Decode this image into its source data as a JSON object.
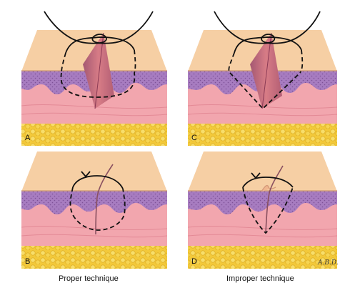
{
  "panels": [
    {
      "letter": "A",
      "state": "open-wound",
      "suture": "proper"
    },
    {
      "letter": "C",
      "state": "open-wound",
      "suture": "improper"
    },
    {
      "letter": "B",
      "state": "closed-wound",
      "suture": "proper"
    },
    {
      "letter": "D",
      "state": "closed-wound",
      "suture": "improper"
    }
  ],
  "captions": {
    "left": "Proper technique",
    "right": "Improper technique"
  },
  "signature": "A.B.D.",
  "colors": {
    "skin_surface": "#f6cfa4",
    "epidermis": "#a77cc0",
    "dermis": "#f2a6ae",
    "fat": "#f2cc3a",
    "wound": "#c0566a",
    "suture": "#111111"
  }
}
